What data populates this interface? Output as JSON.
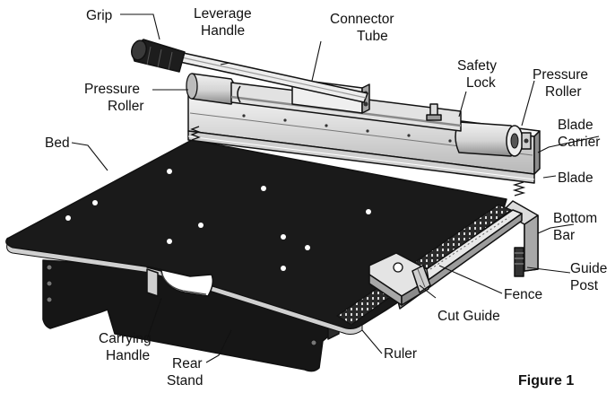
{
  "figure": {
    "caption": "Figure 1",
    "labels": {
      "grip": "Grip",
      "leverage_handle": [
        "Leverage",
        "Handle"
      ],
      "connector_tube": [
        "Connector",
        "Tube"
      ],
      "safety_lock": [
        "Safety",
        "Lock"
      ],
      "pressure_roller_right": [
        "Pressure",
        "Roller"
      ],
      "pressure_roller_left": [
        "Pressure",
        "Roller"
      ],
      "blade_carrier": [
        "Blade",
        "Carrier"
      ],
      "bed": "Bed",
      "blade": "Blade",
      "bottom_bar": [
        "Bottom",
        "Bar"
      ],
      "guide_post": [
        "Guide",
        "Post"
      ],
      "fence": "Fence",
      "cut_guide": "Cut Guide",
      "ruler": "Ruler",
      "carrying_handle": [
        "Carrying",
        "Handle"
      ],
      "rear_stand": [
        "Rear",
        "Stand"
      ]
    }
  },
  "colors": {
    "bed": "#1a1a1a",
    "outline": "#111111",
    "metal_light": "#e6e6e6",
    "metal_mid": "#bdbdbd",
    "background": "#ffffff"
  },
  "icons": {
    "diagram": "flooring-cutter-illustration"
  }
}
